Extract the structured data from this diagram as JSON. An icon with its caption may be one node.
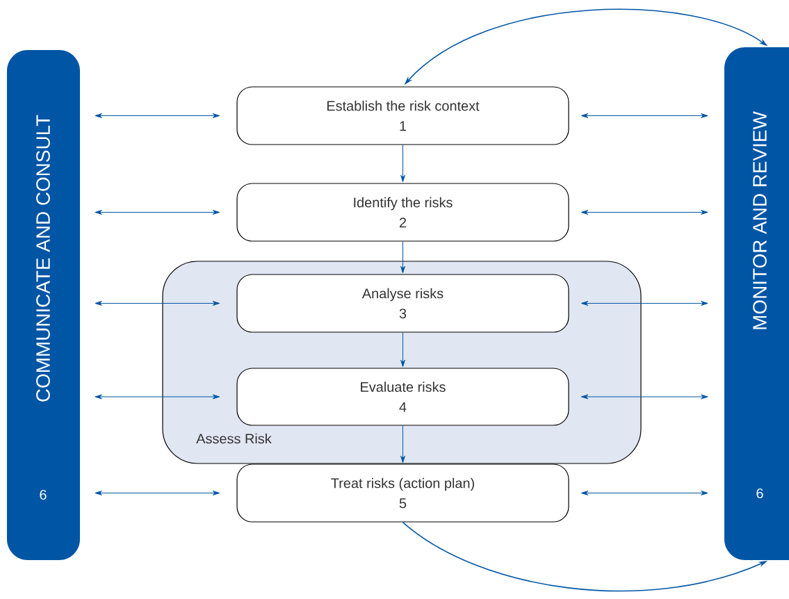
{
  "diagram": {
    "nodes": [
      {
        "text": [
          "COMMUNICATE AND CONSULT",
          "6"
        ]
      },
      {
        "text": [
          "MONITOR AND REVIEW",
          "6"
        ]
      },
      {
        "text": [
          "Establish the risk context",
          "1"
        ]
      },
      {
        "text": [
          "Identify the risks",
          "2"
        ]
      },
      {
        "text": [
          "Assess Risk"
        ]
      },
      {
        "text": [
          "Analyse risks",
          "3"
        ],
        "in": 4
      },
      {
        "text": [
          "Evaluate risks",
          "4"
        ],
        "in": 4
      },
      {
        "text": [
          "Treat risks (action plan)",
          "5"
        ]
      }
    ],
    "edges": [
      {
        "from": 0,
        "to": 2,
        "arrow": "both"
      },
      {
        "from": 2,
        "to": 1,
        "arrow": "both"
      },
      {
        "from": 0,
        "to": 3,
        "arrow": "both"
      },
      {
        "from": 3,
        "to": 1,
        "arrow": "both"
      },
      {
        "from": 0,
        "to": 5,
        "arrow": "both"
      },
      {
        "from": 5,
        "to": 1,
        "arrow": "both"
      },
      {
        "from": 0,
        "to": 6,
        "arrow": "both"
      },
      {
        "from": 6,
        "to": 1,
        "arrow": "both"
      },
      {
        "from": 0,
        "to": 7,
        "arrow": "both"
      },
      {
        "from": 7,
        "to": 1,
        "arrow": "both"
      },
      {
        "from": 2,
        "to": 3,
        "arrow": "to"
      },
      {
        "from": 3,
        "to": 5,
        "arrow": "to"
      },
      {
        "from": 5,
        "to": 6,
        "arrow": "to"
      },
      {
        "from": 6,
        "to": 7,
        "arrow": "to"
      },
      {
        "from": 2,
        "to": 1,
        "arrow": "both"
      },
      {
        "from": 7,
        "to": 1,
        "arrow": "to"
      }
    ]
  }
}
